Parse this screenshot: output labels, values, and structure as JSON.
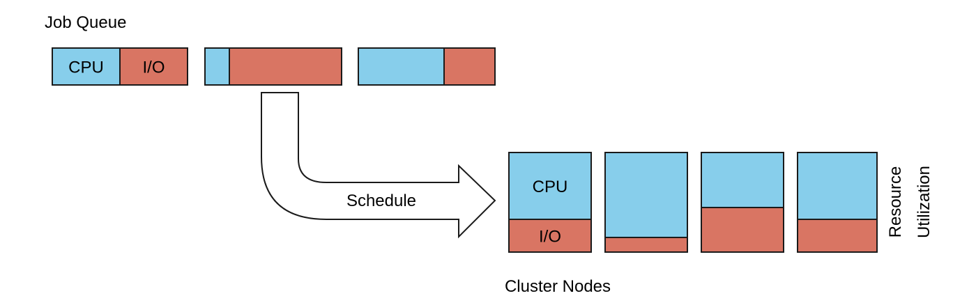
{
  "labels": {
    "job_queue": "Job Queue",
    "schedule": "Schedule",
    "cluster_nodes": "Cluster Nodes",
    "resource_utilization": [
      "Resource",
      "Utilization"
    ]
  },
  "colors": {
    "cpu": "#87ceeb",
    "io": "#d97563",
    "border": "#1a1a1a"
  },
  "jobs": [
    {
      "cpu_share": 0.5,
      "io_share": 0.5,
      "cpu_label": "CPU",
      "io_label": "I/O"
    },
    {
      "cpu_share": 0.18,
      "io_share": 0.82,
      "cpu_label": "",
      "io_label": ""
    },
    {
      "cpu_share": 0.63,
      "io_share": 0.37,
      "cpu_label": "",
      "io_label": ""
    }
  ],
  "nodes": [
    {
      "cpu_share": 0.67,
      "io_share": 0.33,
      "cpu_label": "CPU",
      "io_label": "I/O"
    },
    {
      "cpu_share": 0.85,
      "io_share": 0.15,
      "cpu_label": "",
      "io_label": ""
    },
    {
      "cpu_share": 0.55,
      "io_share": 0.45,
      "cpu_label": "",
      "io_label": ""
    },
    {
      "cpu_share": 0.67,
      "io_share": 0.33,
      "cpu_label": "",
      "io_label": ""
    }
  ]
}
